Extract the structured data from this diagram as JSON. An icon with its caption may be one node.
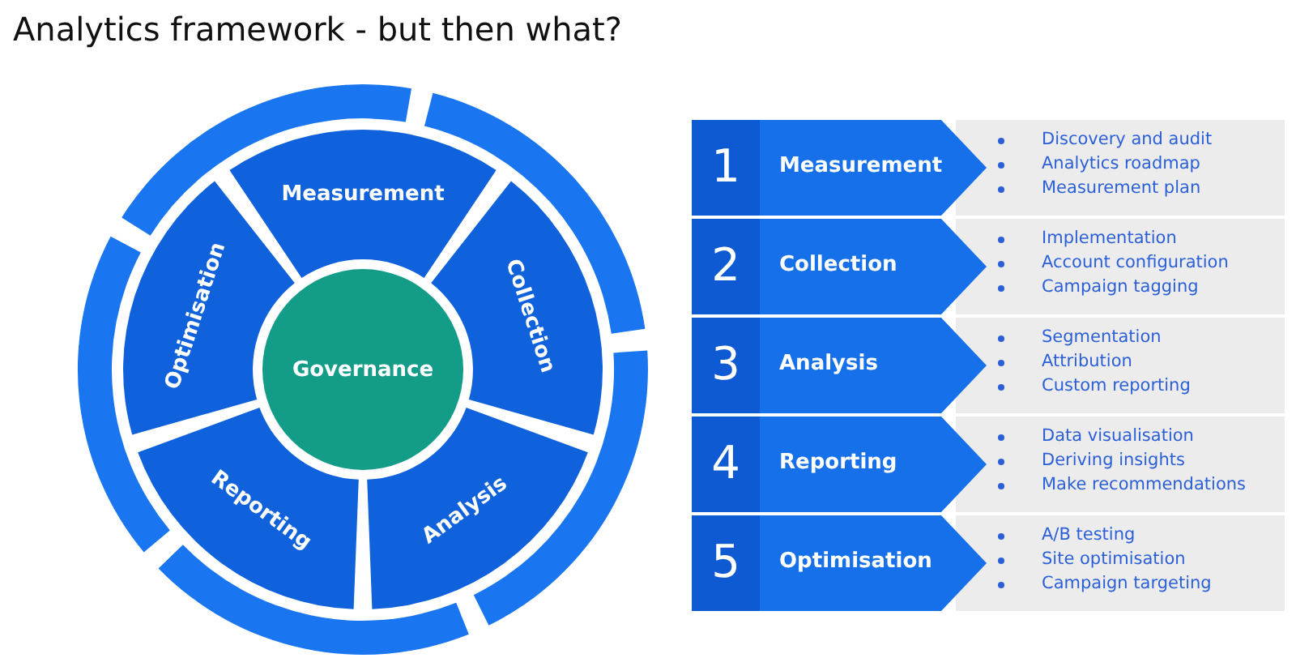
{
  "diagram": {
    "title": "Analytics framework - but then what?",
    "nodes": [
      {
        "text": [
          "Measurement"
        ]
      },
      {
        "text": [
          "Collection"
        ]
      },
      {
        "text": [
          "Analysis"
        ]
      },
      {
        "text": [
          "Reporting"
        ]
      },
      {
        "text": [
          "Optimisation"
        ]
      },
      {
        "text": [
          "Governance"
        ]
      },
      {
        "text": [
          "1",
          "Measurement"
        ]
      },
      {
        "text": [
          "Discovery and audit",
          "Analytics roadmap",
          "Measurement plan"
        ]
      },
      {
        "text": [
          "2",
          "Collection"
        ]
      },
      {
        "text": [
          "Implementation",
          "Account configuration",
          "Campaign tagging"
        ]
      },
      {
        "text": [
          "3",
          "Analysis"
        ]
      },
      {
        "text": [
          "Segmentation",
          "Attribution",
          "Custom reporting"
        ]
      },
      {
        "text": [
          "4",
          "Reporting"
        ]
      },
      {
        "text": [
          "Data visualisation",
          "Deriving insights",
          "Make recommendations"
        ]
      },
      {
        "text": [
          "5",
          "Optimisation"
        ]
      },
      {
        "text": [
          "A/B testing",
          "Site optimisation",
          "Campaign targeting"
        ]
      }
    ],
    "edges": []
  }
}
